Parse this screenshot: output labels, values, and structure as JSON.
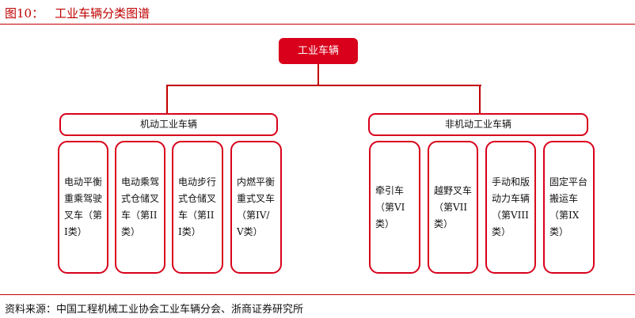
{
  "title": {
    "figure": "图10：",
    "text": "工业车辆分类图谱"
  },
  "root": "工业车辆",
  "groups": [
    {
      "label": "机动工业车辆",
      "children": [
        "电动平衡重乘驾驶叉车（第I类）",
        "电动乘驾式仓储叉车（第II类）",
        "电动步行式仓储叉车（第III类）",
        "内燃平衡重式叉车（第IV/V类）"
      ]
    },
    {
      "label": "非机动工业车辆",
      "children": [
        "牵引车（第VI类）",
        "越野叉车（第VII类）",
        "手动和版动力车辆（第VIII类）",
        "固定平台搬运车（第IX类）"
      ]
    }
  ],
  "source": "资料来源：中国工程机械工业协会工业车辆分会、浙商证券研究所",
  "colors": {
    "accent": "#d9001b"
  }
}
